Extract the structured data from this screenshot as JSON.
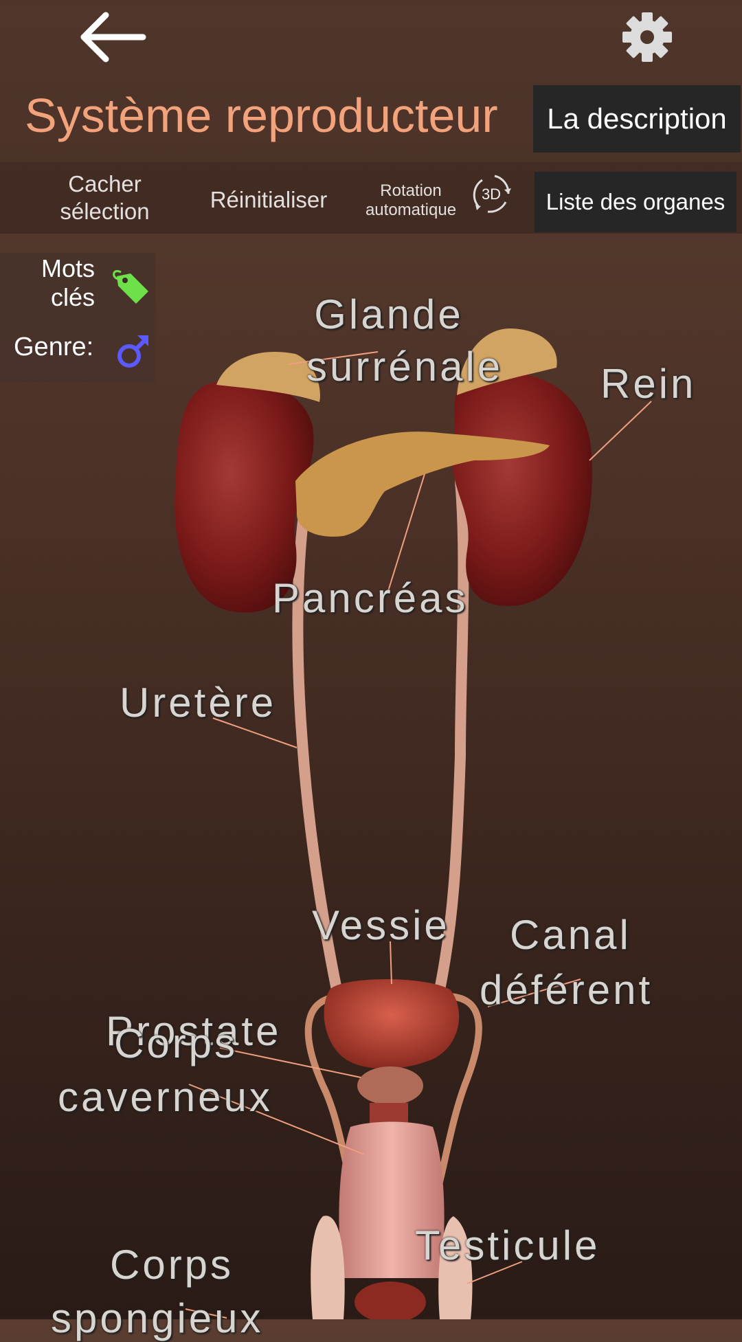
{
  "header": {
    "title": "Système reproducteur",
    "description_button": "La description",
    "organ_list_button": "Liste des organes"
  },
  "toolbar": {
    "hide_selection": "Cacher sélection",
    "reset": "Réinitialiser",
    "auto_rotation": "Rotation automatique",
    "rotation_icon_text": "3D"
  },
  "side_panel": {
    "keywords_label": "Mots clés",
    "gender_label": "Genre:"
  },
  "labels": {
    "adrenal": "Glande surrénale",
    "kidney": "Rein",
    "pancreas": "Pancréas",
    "ureter": "Uretère",
    "bladder": "Vessie",
    "vas_deferens_1": "Canal",
    "vas_deferens_2": "déférent",
    "prostate": "Prostate",
    "corpus_cav_1": "Corps",
    "corpus_cav_2": "caverneux",
    "testicle": "Testicule",
    "corpus_spong_1": "Corps",
    "corpus_spong_2": "spongieux"
  },
  "colors": {
    "title": "#f3a37c",
    "button_bg": "#262626",
    "tag_icon": "#6ee04a",
    "male_icon": "#5a5aff",
    "kidney": "#7a1a18",
    "adrenal": "#d2a464",
    "ureter": "#d4a08c",
    "leader_line": "#f0a080"
  }
}
